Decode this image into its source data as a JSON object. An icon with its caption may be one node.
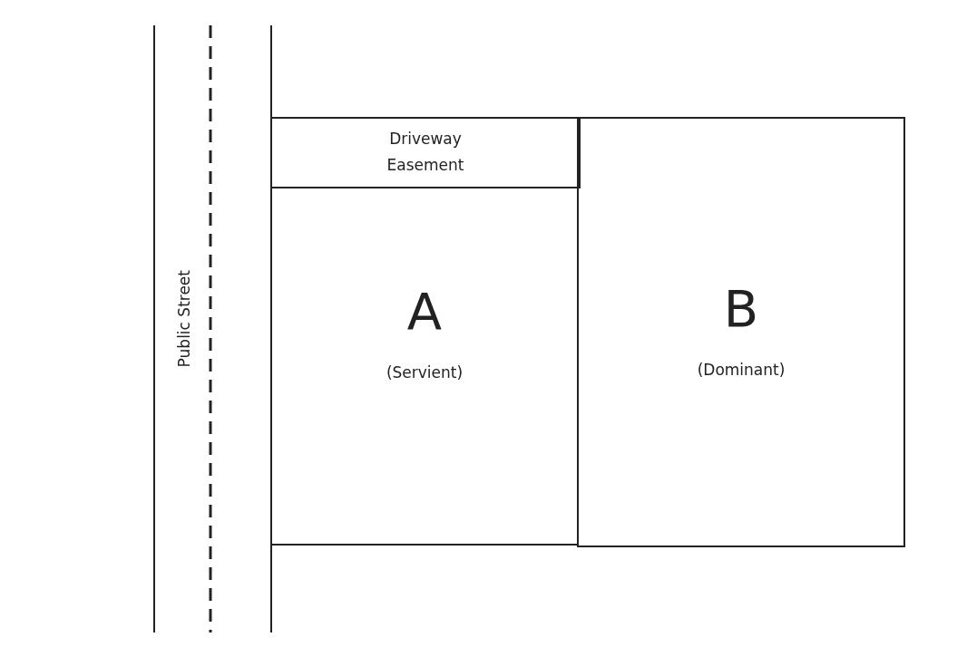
{
  "diagram": {
    "nodes": [
      {
        "text": [
          "Public Street"
        ]
      },
      {
        "text": [
          "Driveway Easement"
        ]
      },
      {
        "text": [
          "A",
          "(Servient)"
        ]
      },
      {
        "text": [
          "B",
          "(Dominant)"
        ]
      }
    ]
  }
}
